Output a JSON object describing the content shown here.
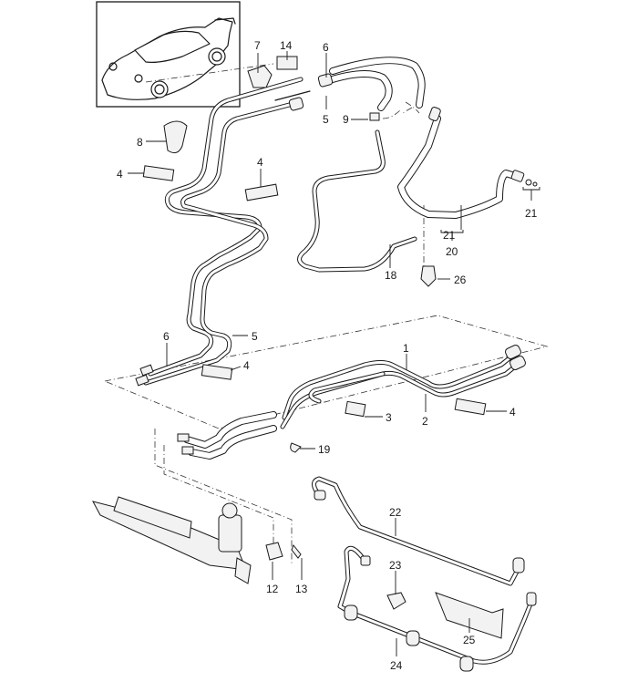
{
  "diagram": {
    "title": "Power steering lines exploded view",
    "inset": {
      "label": "vehicle-overview",
      "description": "Sports coupe overview illustration"
    },
    "callouts": [
      {
        "id": "c7",
        "text": "7"
      },
      {
        "id": "c14",
        "text": "14"
      },
      {
        "id": "c6a",
        "text": "6"
      },
      {
        "id": "c5a",
        "text": "5"
      },
      {
        "id": "c9",
        "text": "9"
      },
      {
        "id": "c8",
        "text": "8"
      },
      {
        "id": "c4a",
        "text": "4"
      },
      {
        "id": "c4b",
        "text": "4"
      },
      {
        "id": "c21a",
        "text": "21"
      },
      {
        "id": "c21b",
        "text": "21"
      },
      {
        "id": "c20",
        "text": "20"
      },
      {
        "id": "c18",
        "text": "18"
      },
      {
        "id": "c26",
        "text": "26"
      },
      {
        "id": "c6b",
        "text": "6"
      },
      {
        "id": "c5b",
        "text": "5"
      },
      {
        "id": "c4c",
        "text": "4"
      },
      {
        "id": "c1",
        "text": "1"
      },
      {
        "id": "c2",
        "text": "2"
      },
      {
        "id": "c3",
        "text": "3"
      },
      {
        "id": "c4d",
        "text": "4"
      },
      {
        "id": "c19",
        "text": "19"
      },
      {
        "id": "c12",
        "text": "12"
      },
      {
        "id": "c13",
        "text": "13"
      },
      {
        "id": "c22",
        "text": "22"
      },
      {
        "id": "c23",
        "text": "23"
      },
      {
        "id": "c24",
        "text": "24"
      },
      {
        "id": "c25",
        "text": "25"
      }
    ]
  }
}
